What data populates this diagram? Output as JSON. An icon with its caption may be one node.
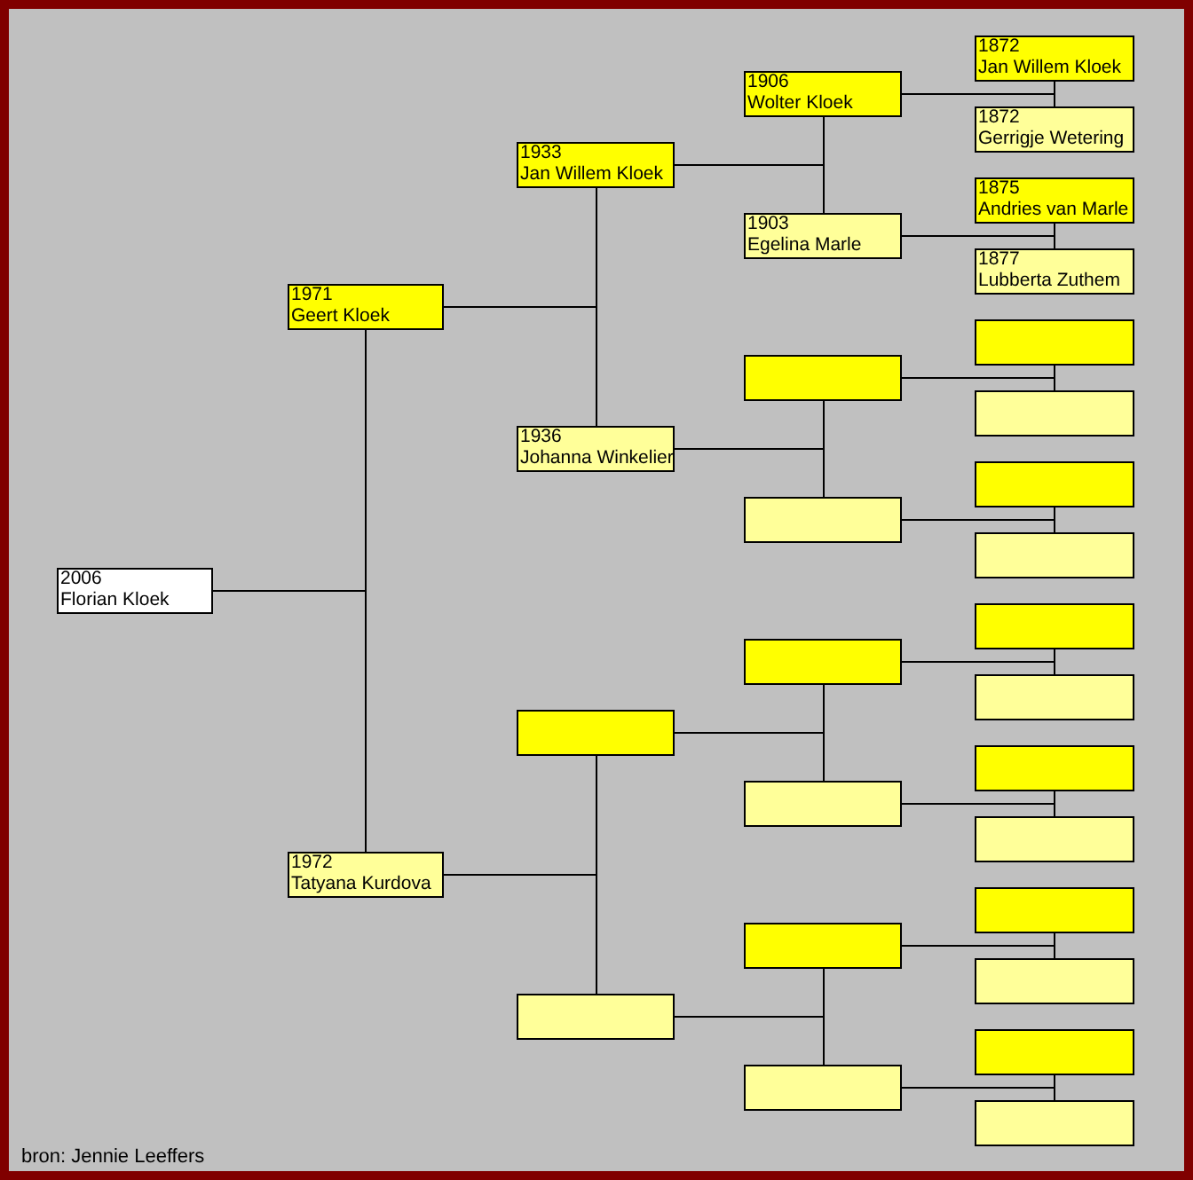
{
  "diagram": {
    "nodes": [
      {
        "text": [
          "2006",
          "Florian Kloek"
        ]
      },
      {
        "text": [
          "1971",
          "Geert Kloek"
        ]
      },
      {
        "text": [
          "1972",
          "Tatyana Kurdova"
        ]
      },
      {
        "text": [
          "1933",
          "Jan Willem Kloek"
        ]
      },
      {
        "text": [
          "1936",
          "Johanna Winkelier"
        ]
      },
      {
        "text": [],
        "shape": "box"
      },
      {
        "text": [],
        "shape": "box"
      },
      {
        "text": [
          "1906",
          "Wolter Kloek"
        ]
      },
      {
        "text": [
          "1903",
          "Egelina Marle"
        ]
      },
      {
        "text": [],
        "shape": "box"
      },
      {
        "text": [],
        "shape": "box"
      },
      {
        "text": [],
        "shape": "box"
      },
      {
        "text": [],
        "shape": "box"
      },
      {
        "text": [],
        "shape": "box"
      },
      {
        "text": [],
        "shape": "box"
      },
      {
        "text": [
          "1872",
          "Jan Willem Kloek"
        ]
      },
      {
        "text": [
          "1872",
          "Gerrigje Wetering"
        ]
      },
      {
        "text": [
          "1875",
          "Andries van Marle"
        ]
      },
      {
        "text": [
          "1877",
          "Lubberta Zuthem"
        ]
      },
      {
        "text": [],
        "shape": "box"
      },
      {
        "text": [],
        "shape": "box"
      },
      {
        "text": [],
        "shape": "box"
      },
      {
        "text": [],
        "shape": "box"
      },
      {
        "text": [],
        "shape": "box"
      },
      {
        "text": [],
        "shape": "box"
      },
      {
        "text": [],
        "shape": "box"
      },
      {
        "text": [],
        "shape": "box"
      },
      {
        "text": [],
        "shape": "box"
      },
      {
        "text": [],
        "shape": "box"
      },
      {
        "text": [],
        "shape": "box"
      },
      {
        "text": [],
        "shape": "box"
      }
    ],
    "edges": [
      {
        "from": 0,
        "to": 1,
        "arrow": "none"
      },
      {
        "from": 0,
        "to": 2,
        "arrow": "none"
      },
      {
        "from": 1,
        "to": 3,
        "arrow": "none"
      },
      {
        "from": 1,
        "to": 4,
        "arrow": "none"
      },
      {
        "from": 2,
        "to": 5,
        "arrow": "none"
      },
      {
        "from": 2,
        "to": 6,
        "arrow": "none"
      },
      {
        "from": 3,
        "to": 7,
        "arrow": "none"
      },
      {
        "from": 3,
        "to": 8,
        "arrow": "none"
      },
      {
        "from": 4,
        "to": 9,
        "arrow": "none"
      },
      {
        "from": 4,
        "to": 10,
        "arrow": "none"
      },
      {
        "from": 5,
        "to": 11,
        "arrow": "none"
      },
      {
        "from": 5,
        "to": 12,
        "arrow": "none"
      },
      {
        "from": 6,
        "to": 13,
        "arrow": "none"
      },
      {
        "from": 6,
        "to": 14,
        "arrow": "none"
      },
      {
        "from": 7,
        "to": 15,
        "arrow": "none"
      },
      {
        "from": 7,
        "to": 16,
        "arrow": "none"
      },
      {
        "from": 8,
        "to": 17,
        "arrow": "none"
      },
      {
        "from": 8,
        "to": 18,
        "arrow": "none"
      },
      {
        "from": 9,
        "to": 19,
        "arrow": "none"
      },
      {
        "from": 9,
        "to": 20,
        "arrow": "none"
      },
      {
        "from": 10,
        "to": 21,
        "arrow": "none"
      },
      {
        "from": 10,
        "to": 22,
        "arrow": "none"
      },
      {
        "from": 11,
        "to": 23,
        "arrow": "none"
      },
      {
        "from": 11,
        "to": 24,
        "arrow": "none"
      },
      {
        "from": 12,
        "to": 25,
        "arrow": "none"
      },
      {
        "from": 12,
        "to": 26,
        "arrow": "none"
      },
      {
        "from": 13,
        "to": 27,
        "arrow": "none"
      },
      {
        "from": 13,
        "to": 28,
        "arrow": "none"
      },
      {
        "from": 14,
        "to": 29,
        "arrow": "none"
      },
      {
        "from": 14,
        "to": 30,
        "arrow": "none"
      }
    ],
    "labels": [
      "bron: Jennie Leeffers"
    ]
  }
}
